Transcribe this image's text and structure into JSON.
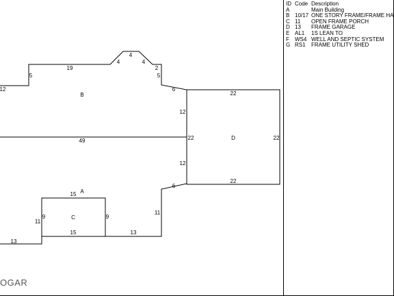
{
  "legend": {
    "headers": {
      "id": "ID",
      "code": "Code",
      "description": "Description"
    },
    "rows": [
      {
        "id": "A",
        "code": "",
        "description": "Main Building"
      },
      {
        "id": "B",
        "code": "10/17",
        "description": "ONE STORY FRAME/FRAME HAB"
      },
      {
        "id": "C",
        "code": "11",
        "description": "OPEN FRAME PORCH"
      },
      {
        "id": "D",
        "code": "13",
        "description": "FRAME GARAGE"
      },
      {
        "id": "E",
        "code": "AL1",
        "description": "1S LEAN TO"
      },
      {
        "id": "F",
        "code": "WS4",
        "description": "WELL AND SEPTIC SYSTEM"
      },
      {
        "id": "G",
        "code": "RS1",
        "description": "FRAME UTILITY SHED"
      }
    ]
  },
  "area_labels": {
    "a": "A",
    "b": "B",
    "c": "C",
    "d": "D"
  },
  "dimensions": {
    "top_left": "12",
    "left_step": "5",
    "top_main": "19",
    "roof_left": "4",
    "roof_top": "4",
    "roof_right": "4",
    "right_step_top": "2",
    "right_step_v": "5",
    "garage_join_top": "6",
    "garage_top": "22",
    "right_upper": "12",
    "center_line": "49",
    "garage_left": "22",
    "garage_right": "22",
    "right_lower": "12",
    "garage_bottom": "22",
    "garage_join_bottom": "6",
    "porch_top": "15",
    "porch_left": "9",
    "porch_right": "9",
    "porch_bottom": "15",
    "left_lower": "11",
    "right_lower_v": "11",
    "bottom_mid": "13",
    "bottom_left": "13"
  },
  "footer": {
    "label": "OGAR"
  }
}
